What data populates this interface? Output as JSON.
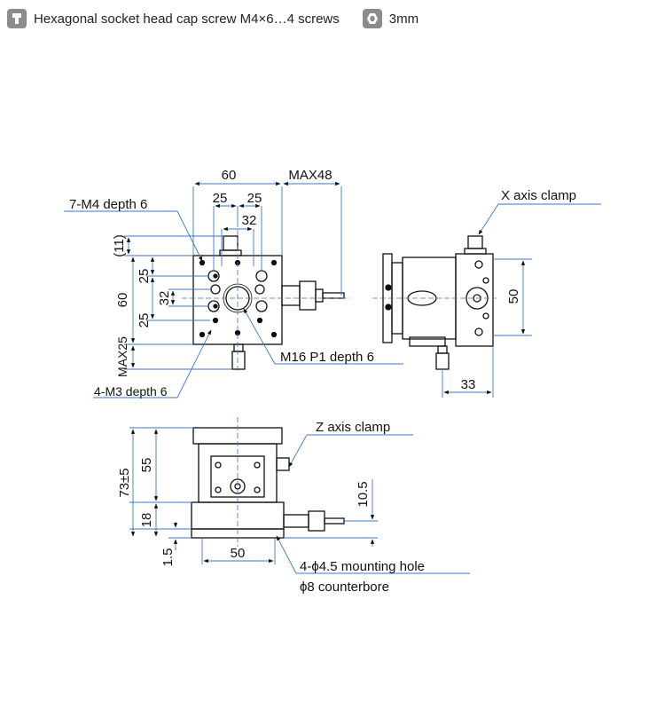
{
  "header": {
    "screw_text": "Hexagonal socket head cap screw M4×6…4 screws",
    "wrench_text": "3mm",
    "icons": [
      "screw-icon",
      "hex-wrench-icon"
    ]
  },
  "colors": {
    "line": "#111111",
    "dim": "#3a78c8",
    "badge": "#8c8c8c"
  },
  "dims": {
    "top_60": "60",
    "max48": "MAX48",
    "top_25a": "25",
    "top_25b": "25",
    "top_32": "32",
    "left_11": "(11)",
    "left_60": "60",
    "left_25a": "25",
    "left_32": "32",
    "left_25b": "25",
    "left_max25": "MAX25",
    "side_50": "50",
    "side_33": "33",
    "front_73": "73±5",
    "front_55": "55",
    "front_18": "18",
    "front_1_5": "1.5",
    "front_50": "50",
    "front_10_5": "10.5"
  },
  "callouts": {
    "m4": "7-M4 depth 6",
    "m3": "4-M3 depth 6",
    "m16": "M16 P1 depth 6",
    "x_clamp": "X axis clamp",
    "z_clamp": "Z axis clamp",
    "mount_hole": "4-ϕ4.5 mounting hole",
    "counterbore": "ϕ8 counterbore"
  }
}
